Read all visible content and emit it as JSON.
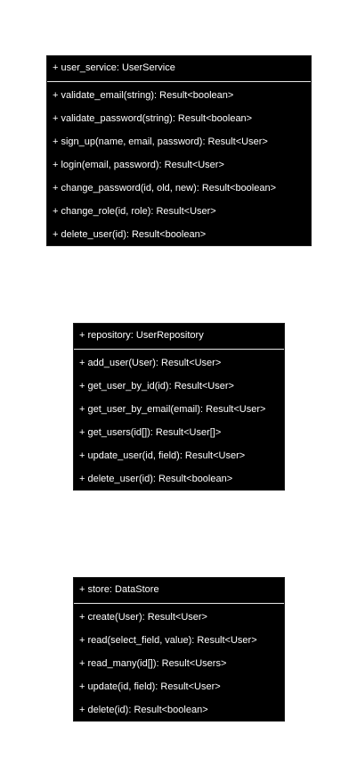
{
  "classes": [
    {
      "header": "+ user_service: UserService",
      "members": [
        "+ validate_email(string): Result<boolean>",
        "+ validate_password(string): Result<boolean>",
        "+ sign_up(name, email, password): Result<User>",
        "+ login(email, password): Result<User>",
        "+ change_password(id, old, new): Result<boolean>",
        "+ change_role(id, role): Result<User>",
        "+ delete_user(id): Result<boolean>"
      ]
    },
    {
      "header": "+ repository: UserRepository",
      "members": [
        "+ add_user(User): Result<User>",
        "+ get_user_by_id(id): Result<User>",
        "+ get_user_by_email(email): Result<User>",
        "+ get_users(id[]): Result<User[]>",
        "+ update_user(id, field): Result<User>",
        "+ delete_user(id): Result<boolean>"
      ]
    },
    {
      "header": "+ store: DataStore",
      "members": [
        "+ create(User): Result<User>",
        "+ read(select_field, value): Result<User>",
        "+ read_many(id[]): Result<Users>",
        "+ update(id, field): Result<User>",
        "+ delete(id): Result<boolean>"
      ]
    }
  ]
}
